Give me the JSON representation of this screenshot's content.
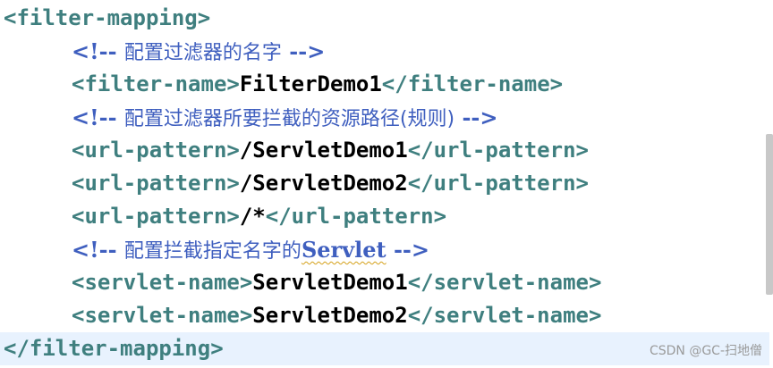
{
  "lines": [
    {
      "open": "<filter-mapping>"
    },
    {
      "comment_open": "<!-- ",
      "comment_text": "配置过滤器的名字",
      "comment_close": " -->"
    },
    {
      "open": "<filter-name>",
      "text": "FilterDemo1",
      "close": "</filter-name>"
    },
    {
      "comment_open": "<!-- ",
      "comment_text": "配置过滤器所要拦截的资源路径(规则)",
      "comment_close": " -->"
    },
    {
      "open": "<url-pattern>",
      "text": "/ServletDemo1",
      "close": "</url-pattern>"
    },
    {
      "open": "<url-pattern>",
      "text": "/ServletDemo2",
      "close": "</url-pattern>"
    },
    {
      "open": "<url-pattern>",
      "text": "/*",
      "close": "</url-pattern>"
    },
    {
      "comment_open": "<!-- ",
      "comment_text": "配置拦截指定名字的",
      "comment_word": "Servlet",
      "comment_close": " -->"
    },
    {
      "open": "<servlet-name>",
      "text": "ServletDemo1",
      "close": "</servlet-name>"
    },
    {
      "open": "<servlet-name>",
      "text": "ServletDemo2",
      "close": "</servlet-name>"
    },
    {
      "close": "</filter-mapping>"
    }
  ],
  "watermark": "CSDN @GC-扫地僧",
  "colors": {
    "tag": "#3f7f7f",
    "comment": "#3f5fbf",
    "text": "#000000",
    "current_line": "#e8f2fe"
  }
}
